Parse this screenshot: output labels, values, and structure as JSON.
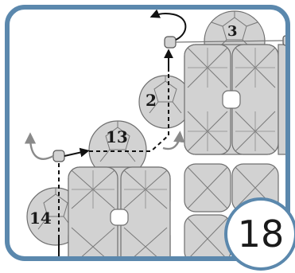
{
  "beads": {
    "top": "3",
    "left_upper": "2",
    "middle": "13",
    "left_lower": "14"
  },
  "step": {
    "number": "18"
  },
  "colors": {
    "frame": "#5b88ad",
    "bead_fill": "#d2d2d2",
    "bead_stroke": "#6f6f6f",
    "path_line": "#111111",
    "grey_arrow": "#8a8a8a"
  }
}
